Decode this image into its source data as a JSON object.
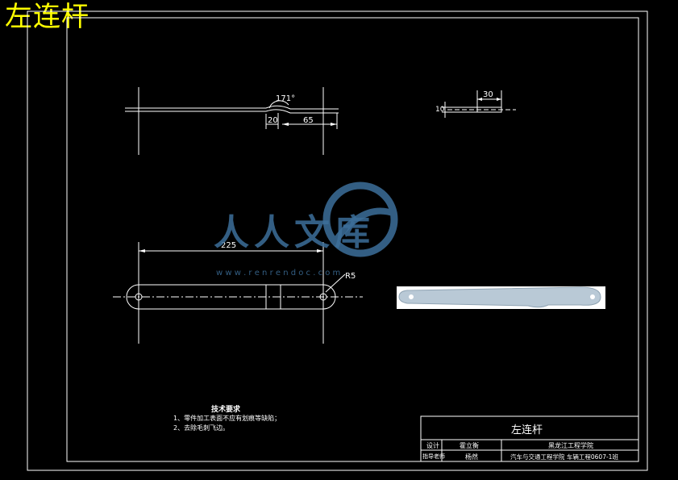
{
  "sheet_title": "左连杆",
  "dimensions": {
    "angle": "171°",
    "len_20": "20",
    "len_65": "65",
    "width_30": "30",
    "thick_10": "10",
    "length_225": "225",
    "radius": "R5"
  },
  "tech_requirements": {
    "heading": "技术要求",
    "items": [
      "1、零件加工表面不应有划痕等缺陷；",
      "2、去除毛刺飞边。"
    ]
  },
  "title_block": {
    "part_name": "左连杆",
    "design_label": "设计",
    "designer": "霍立衡",
    "supervisor_label": "指导老师",
    "supervisor": "杨然",
    "school": "黑龙江工程学院",
    "department": "汽车与交通工程学院 车辆工程0607-1班"
  },
  "watermark": {
    "text": "人人文库",
    "url": "w w w . r e n r e n d o c . c o m"
  },
  "colors": {
    "background": "#000000",
    "lines": "#ffffff",
    "title": "#ffff00",
    "watermark": "#3d6f9a",
    "render_fill": "#b9c9d6"
  }
}
